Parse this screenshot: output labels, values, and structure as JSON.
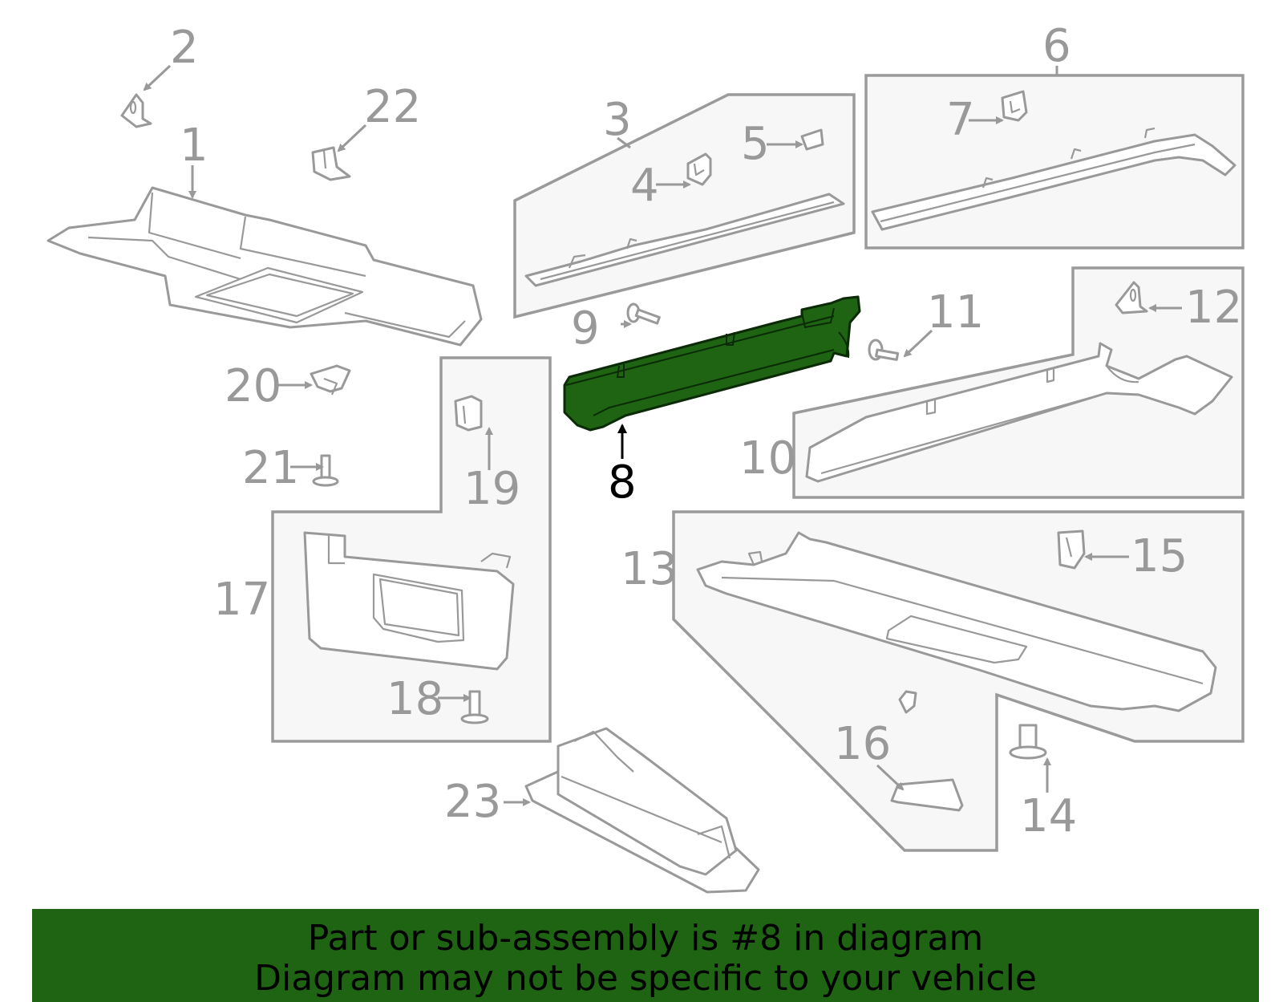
{
  "diagram": {
    "highlighted_part": "8",
    "colors": {
      "highlight": "#1e6412",
      "line": "#999999",
      "box_fill": "#f7f7f7"
    },
    "callouts": {
      "c1": "1",
      "c2": "2",
      "c3": "3",
      "c4": "4",
      "c5": "5",
      "c6": "6",
      "c7": "7",
      "c8": "8",
      "c9": "9",
      "c10": "10",
      "c11": "11",
      "c12": "12",
      "c13": "13",
      "c14": "14",
      "c15": "15",
      "c16": "16",
      "c17": "17",
      "c18": "18",
      "c19": "19",
      "c20": "20",
      "c21": "21",
      "c22": "22",
      "c23": "23"
    }
  },
  "banner": {
    "line1": "Part or sub-assembly is #8 in diagram",
    "line2": "Diagram may not be specific to your vehicle"
  }
}
